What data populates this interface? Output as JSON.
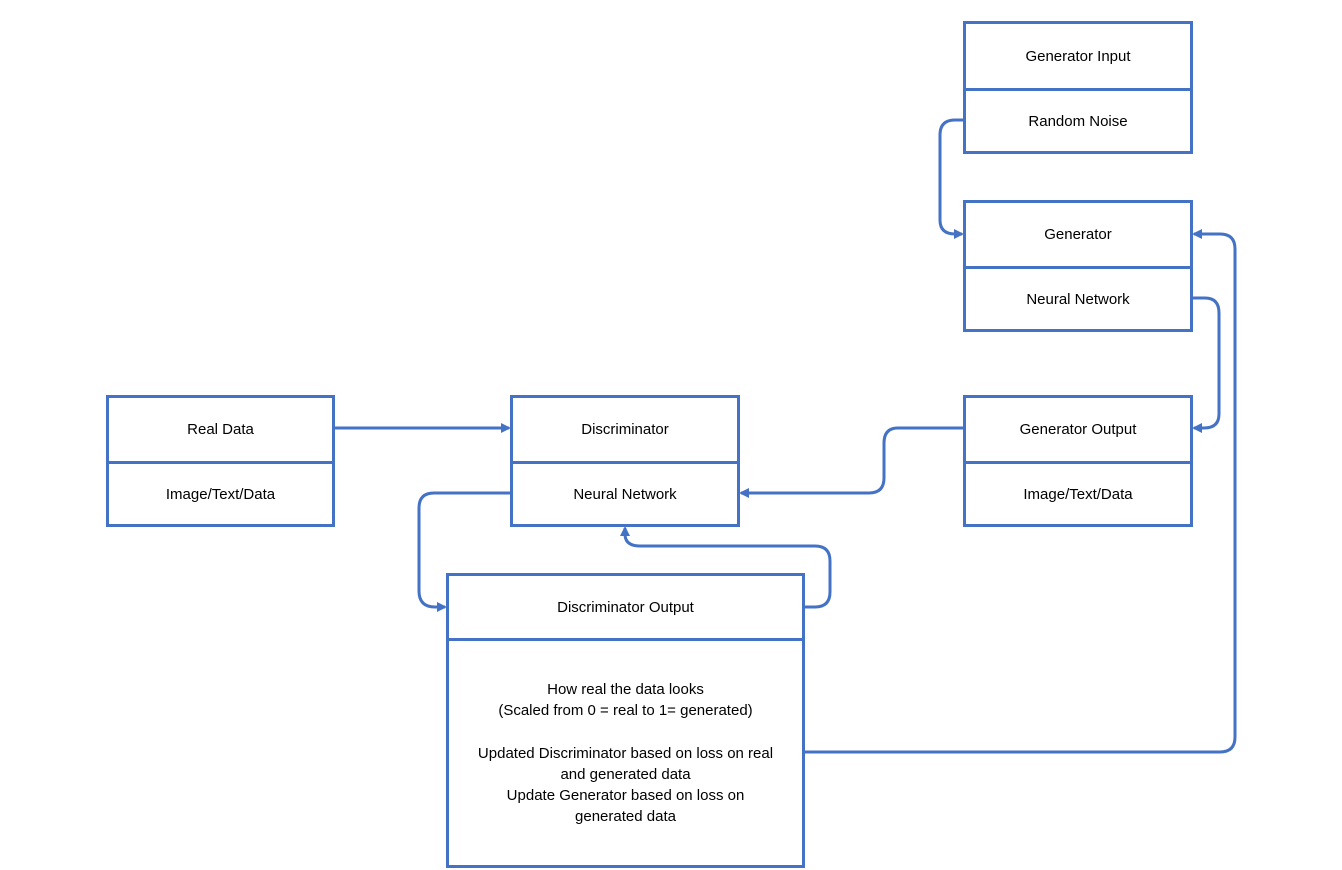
{
  "nodes": {
    "generator_input": {
      "title": "Generator Input",
      "content": "Random Noise"
    },
    "generator": {
      "title": "Generator",
      "content": "Neural Network"
    },
    "real_data": {
      "title": "Real Data",
      "content": "Image/Text/Data"
    },
    "discriminator": {
      "title": "Discriminator",
      "content": "Neural Network"
    },
    "generator_output": {
      "title": "Generator Output",
      "content": "Image/Text/Data"
    },
    "discriminator_output": {
      "title": "Discriminator Output",
      "lines": [
        "How real the data looks",
        "(Scaled from 0 = real to 1= generated)",
        "",
        "Updated Discriminator based on loss on real",
        "and generated data",
        "Update Generator based on loss on",
        "generated data"
      ]
    }
  },
  "edges": [
    {
      "from": "generator_input",
      "to": "generator"
    },
    {
      "from": "generator",
      "to": "generator_output"
    },
    {
      "from": "real_data",
      "to": "discriminator"
    },
    {
      "from": "generator_output",
      "to": "discriminator"
    },
    {
      "from": "discriminator",
      "to": "discriminator_output"
    },
    {
      "from": "discriminator_output",
      "to": "discriminator"
    },
    {
      "from": "discriminator_output",
      "to": "generator"
    }
  ],
  "colors": {
    "stroke": "#4472c4",
    "text": "#000000",
    "background": "#ffffff"
  }
}
